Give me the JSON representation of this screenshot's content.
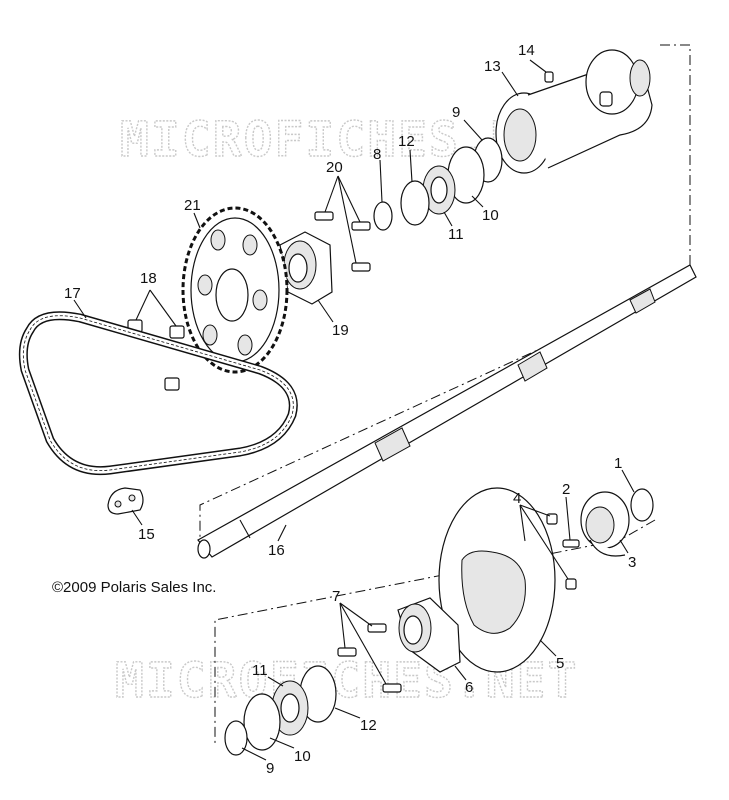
{
  "copyright": "©2009 Polaris Sales Inc.",
  "watermark": "MICROFICHES.NET",
  "callouts": [
    {
      "id": "c14",
      "text": "14"
    },
    {
      "id": "c13",
      "text": "13"
    },
    {
      "id": "c9a",
      "text": "9"
    },
    {
      "id": "c12a",
      "text": "12"
    },
    {
      "id": "c8",
      "text": "8"
    },
    {
      "id": "c20",
      "text": "20"
    },
    {
      "id": "c10a",
      "text": "10"
    },
    {
      "id": "c11a",
      "text": "11"
    },
    {
      "id": "c21",
      "text": "21"
    },
    {
      "id": "c19",
      "text": "19"
    },
    {
      "id": "c18",
      "text": "18"
    },
    {
      "id": "c17",
      "text": "17"
    },
    {
      "id": "c15",
      "text": "15"
    },
    {
      "id": "c16",
      "text": "16"
    },
    {
      "id": "c1",
      "text": "1"
    },
    {
      "id": "c2",
      "text": "2"
    },
    {
      "id": "c4",
      "text": "4"
    },
    {
      "id": "c3",
      "text": "3"
    },
    {
      "id": "c7",
      "text": "7"
    },
    {
      "id": "c5",
      "text": "5"
    },
    {
      "id": "c6",
      "text": "6"
    },
    {
      "id": "c11b",
      "text": "11"
    },
    {
      "id": "c12b",
      "text": "12"
    },
    {
      "id": "c10b",
      "text": "10"
    },
    {
      "id": "c9b",
      "text": "9"
    }
  ]
}
